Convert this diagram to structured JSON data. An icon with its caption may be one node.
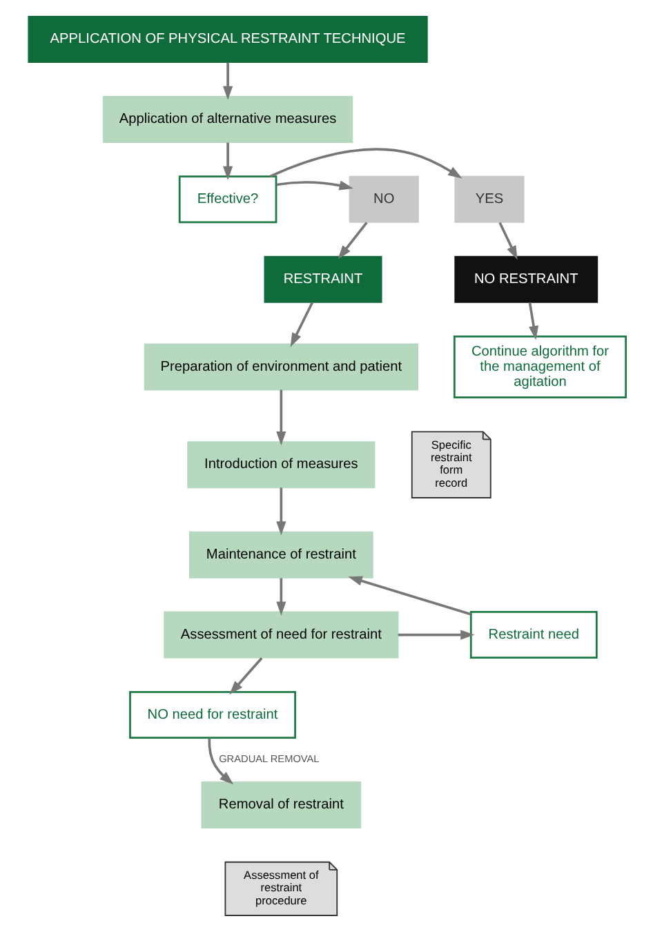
{
  "diagram": {
    "nodes": [
      {
        "text": [
          "APPLICATION OF PHYSICAL RESTRAINT TECHNIQUE"
        ]
      },
      {
        "text": [
          "Application of alternative measures"
        ]
      },
      {
        "text": [
          "Effective?"
        ]
      },
      {
        "text": [
          "NO"
        ]
      },
      {
        "text": [
          "YES"
        ]
      },
      {
        "text": [
          "RESTRAINT"
        ]
      },
      {
        "text": [
          "NO RESTRAINT"
        ]
      },
      {
        "text": [
          "Preparation of environment and patient"
        ]
      },
      {
        "text": [
          "Continue algorithm for the management of agitation"
        ]
      },
      {
        "text": [
          "Introduction of measures"
        ]
      },
      {
        "text": [
          "Specific restraint form record"
        ]
      },
      {
        "text": [
          "Maintenance of restraint"
        ]
      },
      {
        "text": [
          "Assessment of need for restraint"
        ]
      },
      {
        "text": [
          "Restraint need"
        ]
      },
      {
        "text": [
          "NO need for restraint"
        ]
      },
      {
        "text": [
          "Removal of restraint"
        ]
      },
      {
        "text": [
          "Assessment of restraint procedure"
        ]
      }
    ],
    "edges": [
      {
        "from": 0,
        "to": 1,
        "arrow": "to"
      },
      {
        "from": 1,
        "to": 2,
        "arrow": "to"
      },
      {
        "from": 2,
        "to": 3,
        "arrow": "to"
      },
      {
        "from": 2,
        "to": 4,
        "arrow": "to"
      },
      {
        "from": 3,
        "to": 5,
        "arrow": "to"
      },
      {
        "from": 4,
        "to": 6,
        "arrow": "to"
      },
      {
        "from": 5,
        "to": 7,
        "arrow": "to"
      },
      {
        "from": 6,
        "to": 8,
        "arrow": "to"
      },
      {
        "from": 7,
        "to": 9,
        "arrow": "to"
      },
      {
        "from": 9,
        "to": 11,
        "arrow": "to"
      },
      {
        "from": 11,
        "to": 12,
        "arrow": "to"
      },
      {
        "from": 12,
        "to": 13,
        "arrow": "to"
      },
      {
        "from": 12,
        "to": 14,
        "arrow": "to"
      },
      {
        "from": 13,
        "to": 11,
        "arrow": "to"
      },
      {
        "from": 14,
        "to": 15,
        "arrow": "to",
        "label": "GRADUAL REMOVAL"
      }
    ]
  }
}
